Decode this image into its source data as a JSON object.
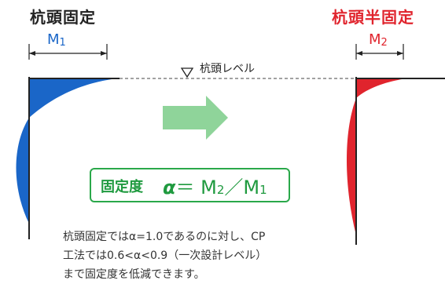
{
  "left_diagram": {
    "title": "杭頭固定",
    "moment_label": "M",
    "moment_subscript": "1",
    "color": "#1a66c8"
  },
  "right_diagram": {
    "title": "杭頭半固定",
    "moment_label": "M",
    "moment_subscript": "2",
    "color": "#e0242d"
  },
  "level_label": "杭頭レベル",
  "arrow_color": "#8fd49a",
  "formula": {
    "label": "固定度",
    "alpha": "α",
    "rest_before_sub1": "＝ M",
    "sub1": "2",
    "middle": "／M",
    "sub2": "1",
    "color": "#1f9a3f"
  },
  "description": {
    "line1": "杭頭固定ではα=1.0であるのに対し、CP",
    "line2": "工法では0.6<α<0.9（一次設計レベル）",
    "line3": "まで固定度を低減できます。"
  }
}
